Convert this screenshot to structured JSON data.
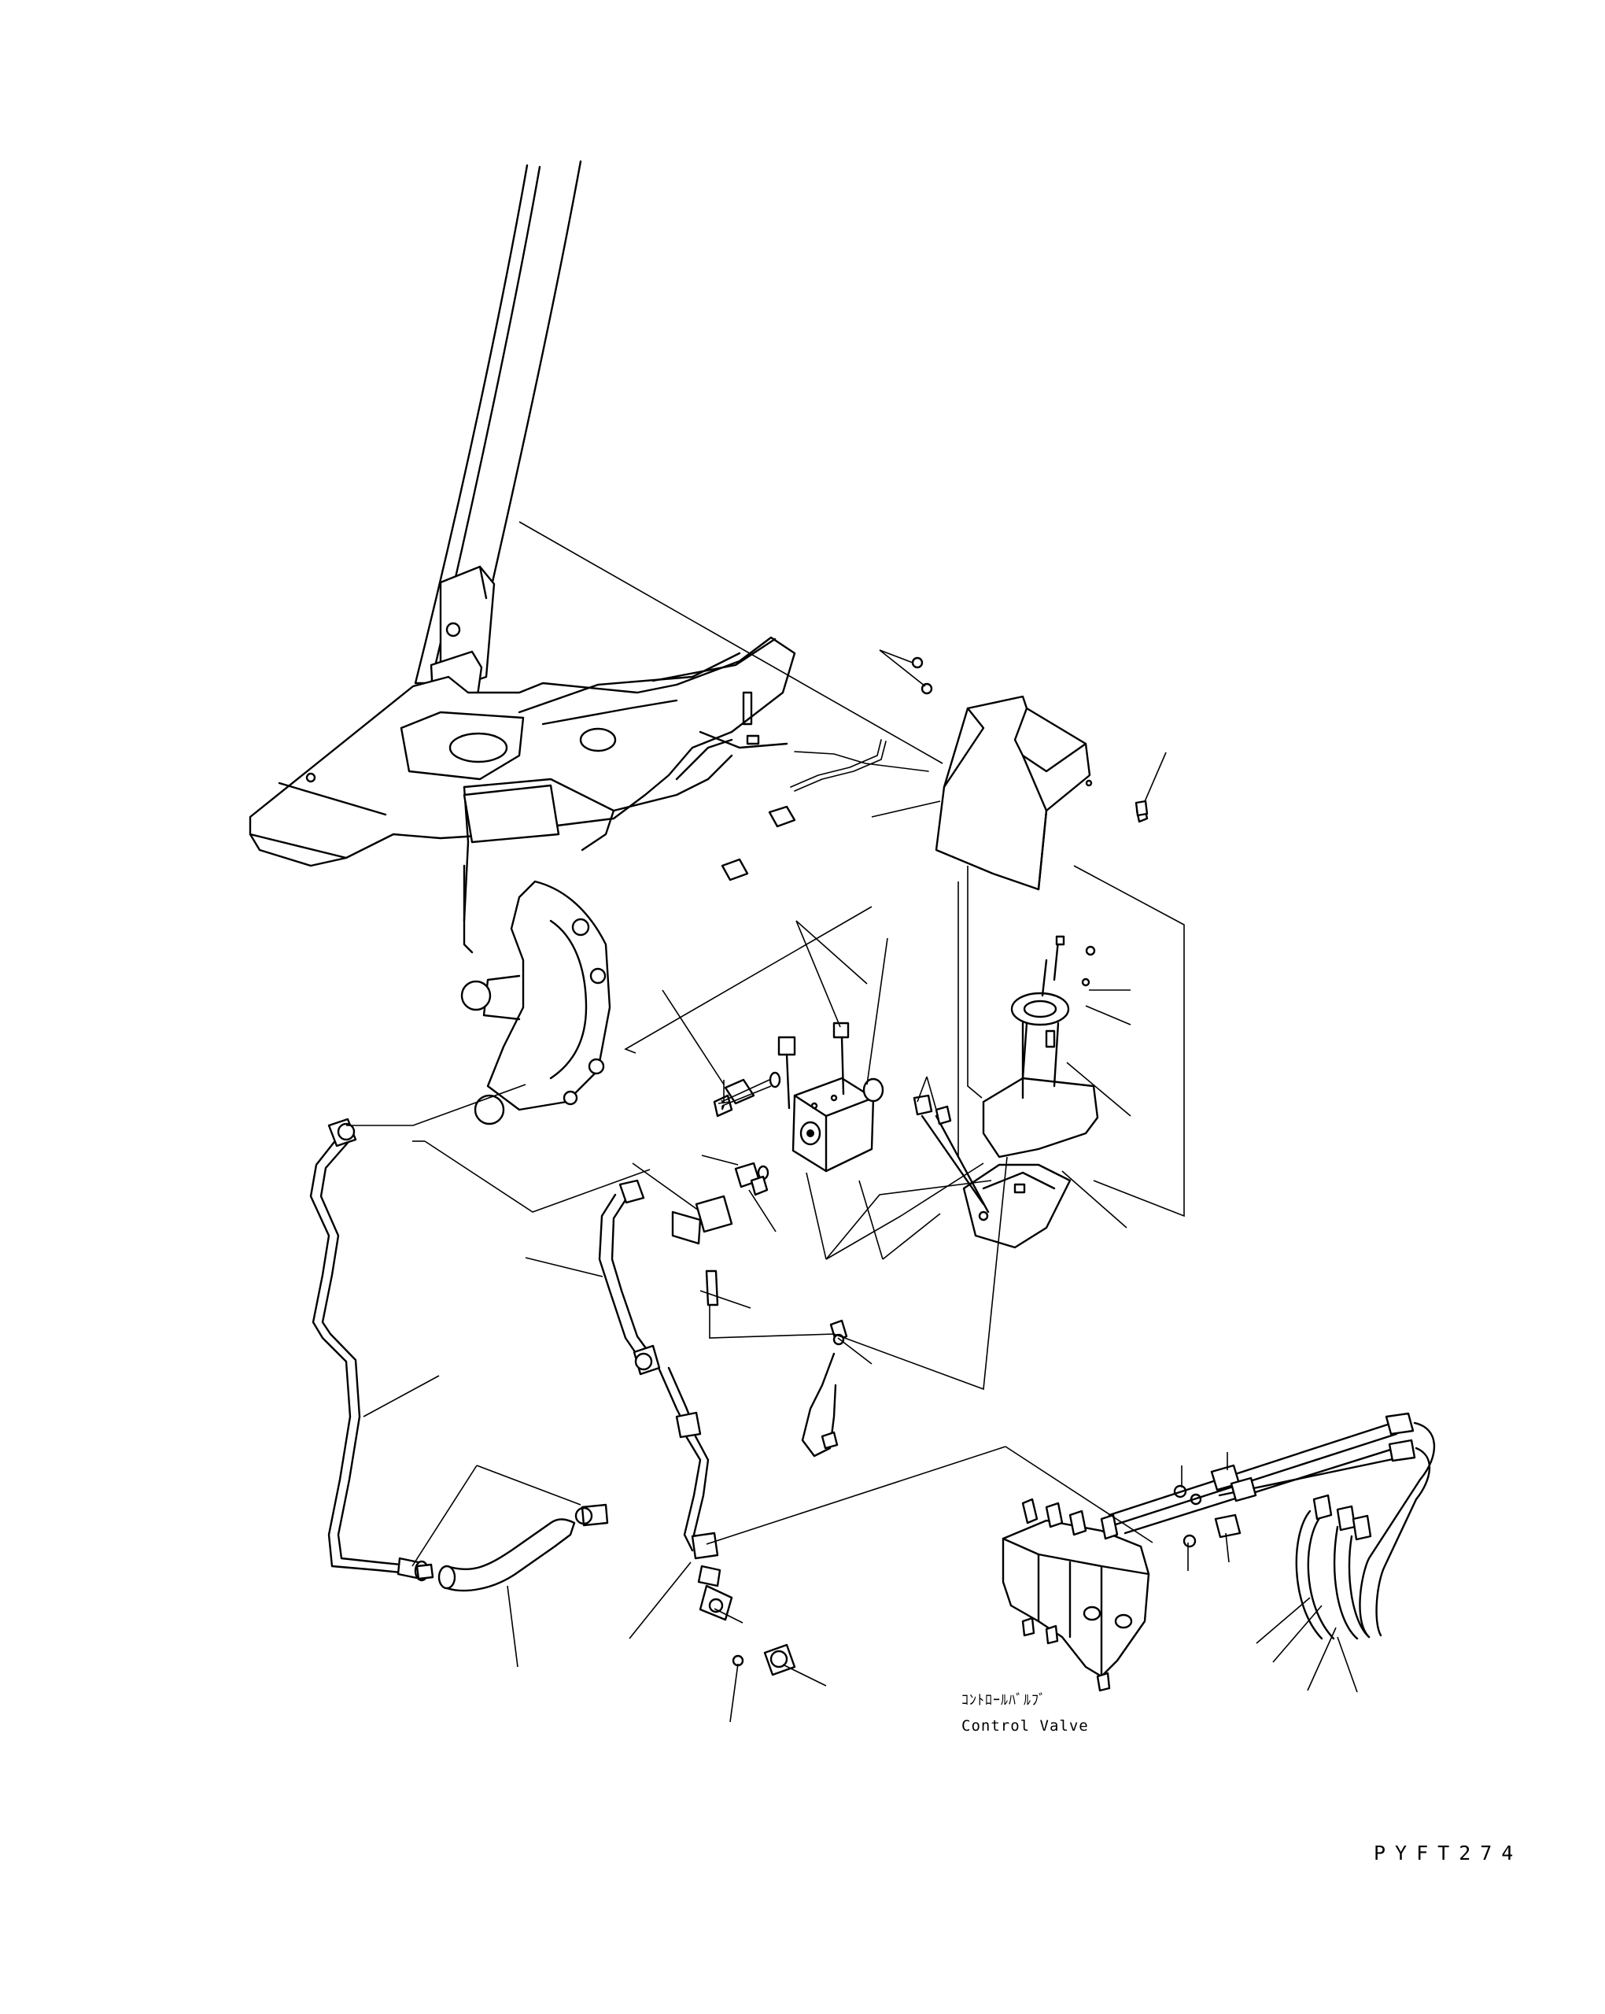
{
  "drawing": {
    "drawing_id": "PYFT274"
  },
  "callouts": {
    "control_valve": {
      "label_jp": "ｺﾝﾄﾛｰﾙﾊﾞﾙﾌﾞ",
      "label_en": "Control Valve"
    }
  }
}
